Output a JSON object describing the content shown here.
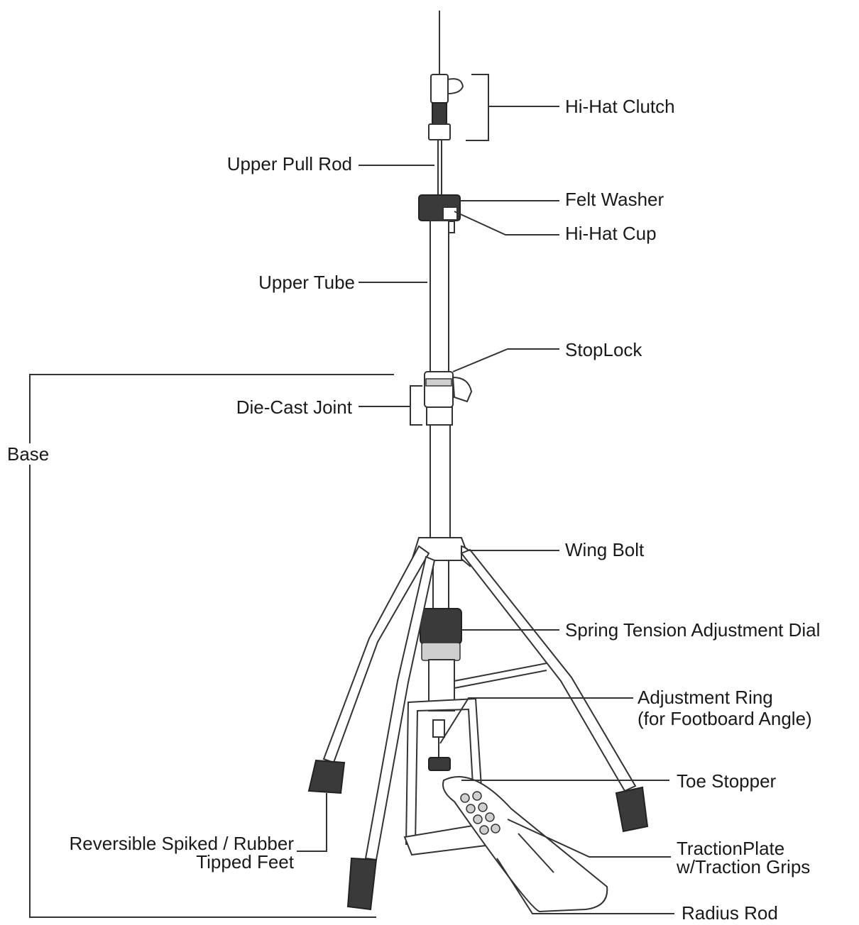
{
  "labels": {
    "hihat_clutch": "Hi-Hat Clutch",
    "upper_pull_rod": "Upper Pull Rod",
    "felt_washer": "Felt Washer",
    "hihat_cup": "Hi-Hat Cup",
    "upper_tube": "Upper Tube",
    "stoplock": "StopLock",
    "die_cast_joint": "Die-Cast Joint",
    "base": "Base",
    "wing_bolt": "Wing Bolt",
    "spring_tension": "Spring Tension Adjustment Dial",
    "adjustment_ring_1": "Adjustment Ring",
    "adjustment_ring_2": "(for Footboard Angle)",
    "toe_stopper": "Toe Stopper",
    "feet_1": "Reversible Spiked / Rubber",
    "feet_2": "Tipped Feet",
    "traction_1": "TractionPlate",
    "traction_2": "w/Traction Grips",
    "radius_rod": "Radius Rod"
  },
  "colors": {
    "line": "#333333",
    "dark_part": "#3a3a3a",
    "background": "#ffffff"
  }
}
